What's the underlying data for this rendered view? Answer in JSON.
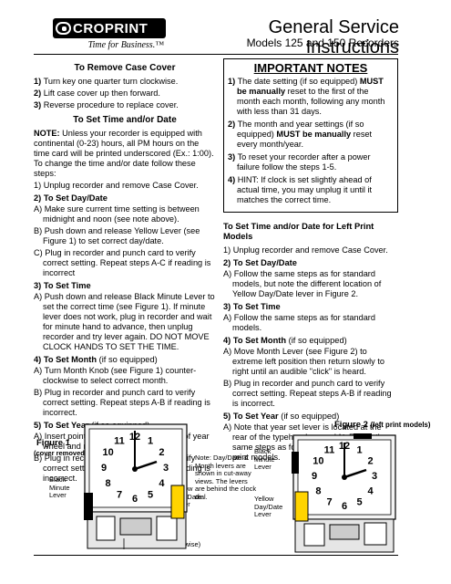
{
  "header": {
    "brand": "CROPRINT",
    "tagline": "Time for Business.™",
    "title": "General Service Instructions",
    "subtitle": "Models 125 and 150 Recorders"
  },
  "left": {
    "remove_title": "To Remove Case Cover",
    "remove_steps": [
      {
        "n": "1)",
        "t": "Turn key one quarter turn clockwise."
      },
      {
        "n": "2)",
        "t": "Lift case cover up then forward."
      },
      {
        "n": "3)",
        "t": "Reverse procedure to replace cover."
      }
    ],
    "set_title": "To Set Time and/or Date",
    "note_label": "NOTE:",
    "note_text": "Unless your recorder is equipped with continental (0-23) hours, all PM hours on the time card will be printed underscored (Ex.: 1:00). To change the time and/or date follow these steps:",
    "step1": "1) Unplug recorder and remove Case Cover.",
    "s2_title": "2) To Set Day/Date",
    "s2": [
      "A) Make sure current time setting is between midnight and noon (see note above).",
      "B) Push down and release Yellow Lever (see Figure 1) to set correct day/date.",
      "C) Plug in recorder and punch card to verify correct setting. Repeat steps A-C if reading is incorrect"
    ],
    "s3_title": "3) To Set Time",
    "s3": [
      "A) Push down and release Black Minute Lever to set the correct time (see Figure 1). If minute lever does not work, plug in recorder and wait for minute hand to advance, then unplug recorder and try lever again. DO NOT MOVE CLOCK HANDS TO SET THE TIME."
    ],
    "s4_title": "4) To Set Month",
    "s4_opt": "(if so equipped)",
    "s4": [
      "A) Turn Month Knob (see Figure 1) counter-clockwise to select correct month.",
      "B) Plug in recorder and punch card to verify correct setting. Repeat steps A-B if reading is incorrect."
    ],
    "s5_title": "5) To Set Year",
    "s5_opt": "(if so equipped)",
    "s5": [
      "A) Insert point of pen into spoke on side of year wheel and rotate counter-clockwise.",
      "B) Plug in recorder and punch card to verify correct setting. Repeat steps A-B if reading is incorrect."
    ]
  },
  "notes": {
    "title": "IMPORTANT NOTES",
    "items": [
      {
        "n": "1)",
        "a": "The date setting (if so equipped) ",
        "b": "MUST be manually",
        "c": " reset to the first of the month each month, following any month with less than 31 days."
      },
      {
        "n": "2)",
        "a": "The month and year settings (if so equipped) ",
        "b": "MUST be manually",
        "c": " reset every month/year."
      },
      {
        "n": "3)",
        "a": "To reset your recorder after a power failure follow the steps 1-5.",
        "b": "",
        "c": ""
      },
      {
        "n": "4)",
        "a": "HINT: If clock is set slightly ahead of actual time, you may unplug it until it matches the correct time.",
        "b": "",
        "c": ""
      }
    ]
  },
  "right": {
    "title": "To Set Time and/or Date for Left Print Models",
    "step1": "1) Unplug recorder and remove Case Cover.",
    "s2_title": "2) To Set Day/Date",
    "s2": [
      "A) Follow the same steps as for standard models, but note the different location of Yellow Day/Date lever in Figure 2."
    ],
    "s3_title": "3) To Set Time",
    "s3": [
      "A) Follow the same steps as for standard models."
    ],
    "s4_title": "4) To Set Month",
    "s4_opt": "(if so equipped)",
    "s4": [
      "A) Move Month Lever (see Figure 2) to extreme left position then return slowly to right until an audible \"click\" is heard.",
      "B) Plug in recorder and punch card to verify correct setting. Repeat steps A-B if reading is incorrect."
    ],
    "s5_title": "5) To Set Year",
    "s5_opt": "(if so equipped)",
    "s5": [
      "A) Note that year set lever is located at the rear of the typehead assembly. Follow the same steps as for setting the month on left print models."
    ]
  },
  "figures": {
    "fig1_title": "Figure 1",
    "fig1_sub": "(cover removed)",
    "fig2_title": "Figure 2",
    "fig2_sub": "(left print models)",
    "black_minute_lever": "Black Minute Lever",
    "yellow_lever": "Yellow Day/Date Lever",
    "month_knob": "Month Knob (turn counter-clockwise)",
    "month_lever": "Month Lever",
    "note": "Note: Day/Date & Month levers are shown in cut-away views. The levers are behind the clock dial.",
    "dial_numbers": [
      "12",
      "1",
      "2",
      "3",
      "4",
      "5",
      "6",
      "7",
      "8",
      "9",
      "10",
      "11"
    ]
  }
}
